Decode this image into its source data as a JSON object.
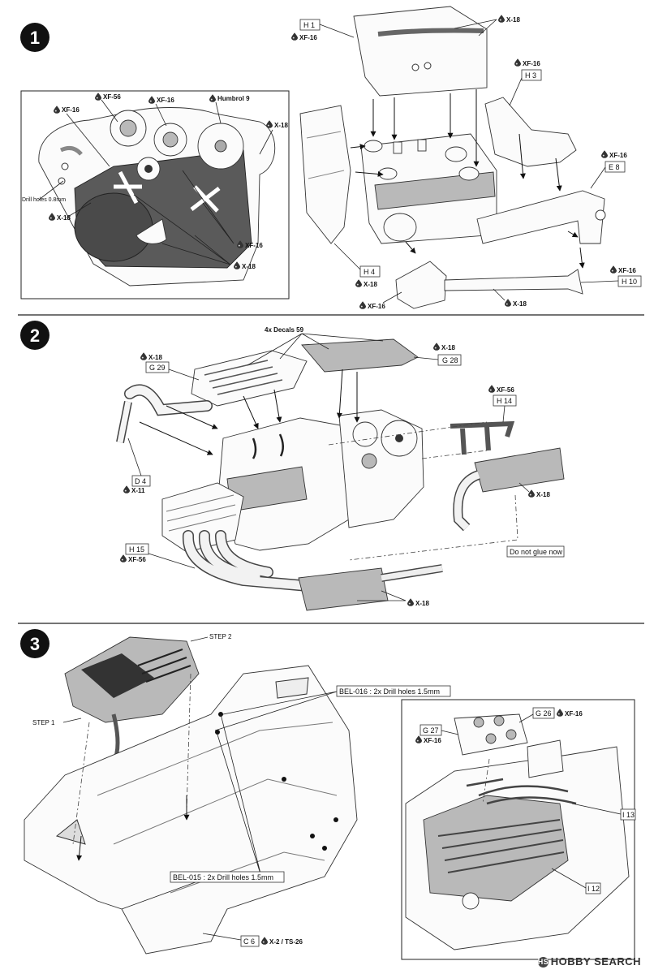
{
  "steps": [
    {
      "number": "1",
      "labels": {
        "h1": "H 1",
        "h3": "H 3",
        "h4": "H 4",
        "e8": "E 8",
        "h10": "H 10",
        "x18": "X-18",
        "xf16": "XF-16",
        "xf56": "XF-56",
        "humbrol9": "Humbrol 9",
        "drill": "Drill holes 0.8mm"
      }
    },
    {
      "number": "2",
      "labels": {
        "decals": "4x Decals 59",
        "g28": "G 28",
        "g29": "G 29",
        "d4": "D 4",
        "h14": "H 14",
        "h15": "H 15",
        "x18": "X-18",
        "x11": "X-11",
        "xf56": "XF-56",
        "note": "Do not glue now"
      }
    },
    {
      "number": "3",
      "labels": {
        "step1": "STEP 1",
        "step2": "STEP 2",
        "bel016": "BEL-016 : 2x Drill holes 1.5mm",
        "bel015": "BEL-015 : 2x Drill holes 1.5mm",
        "g26": "G 26",
        "g27": "G 27",
        "i13": "I 13",
        "i12": "I 12",
        "c6": "C 6",
        "xf16": "XF-16",
        "c6paint": "X-2 / TS-26"
      }
    }
  ],
  "footer": {
    "brand": "HOBBY SEARCH",
    "mark": "HS"
  }
}
